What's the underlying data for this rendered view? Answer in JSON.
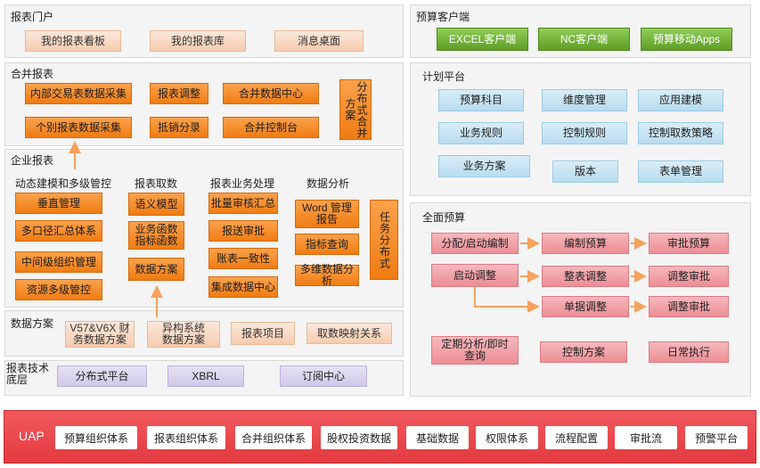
{
  "portal": {
    "title": "报表门户",
    "items": [
      "我的报表看板",
      "我的报表库",
      "消息桌面"
    ]
  },
  "client": {
    "title": "预算客户端",
    "items": [
      "EXCEL客户端",
      "NC客户端",
      "预算移动Apps"
    ]
  },
  "consolidation": {
    "title": "合并报表",
    "items": [
      "内部交易表数据采集",
      "报表调整",
      "合并数据中心",
      "个别报表数据采集",
      "抵销分录",
      "合并控制台"
    ],
    "distributed": "分布式合并方案"
  },
  "planning": {
    "title": "计划平台",
    "items": [
      "预算科目",
      "维度管理",
      "应用建模",
      "业务规则",
      "控制规则",
      "控制取数策略",
      "业务方案",
      "版本",
      "表单管理"
    ]
  },
  "enterprise": {
    "title": "企业报表",
    "col1": {
      "title": "动态建模和多级管控",
      "items": [
        "垂直管理",
        "多口径汇总体系",
        "中间级组织管理",
        "资源多级管控"
      ]
    },
    "col2": {
      "title": "报表取数",
      "items": [
        "语义模型",
        "业务函数 指标函数",
        "数据方案"
      ]
    },
    "col3": {
      "title": "报表业务处理",
      "items": [
        "批量审核汇总",
        "报送审批",
        "账表一致性",
        "集成数据中心"
      ]
    },
    "col4": {
      "title": "数据分析",
      "items": [
        "Word 管理报告",
        "指标查询",
        "多维数据分析"
      ]
    },
    "task": "任务分布式"
  },
  "full_budget": {
    "title": "全面预算",
    "items": [
      "分配/启动编制",
      "编制预算",
      "审批预算",
      "启动调整",
      "整表调整",
      "调整审批",
      "单据调整",
      "调整审批",
      "定期分析/即时查询",
      "控制方案",
      "日常执行"
    ]
  },
  "data_scheme": {
    "title": "数据方案",
    "items": [
      "V57&V6X 财务数据方案",
      "异构系统 数据方案",
      "报表项目",
      "取数映射关系"
    ]
  },
  "tech": {
    "title": "报表技术底层",
    "items": [
      "分布式平台",
      "XBRL",
      "订阅中心"
    ]
  },
  "uap": {
    "label": "UAP",
    "items": [
      "预算组织体系",
      "报表组织体系",
      "合并组织体系",
      "股权投资数据",
      "基础数据",
      "权限体系",
      "流程配置",
      "审批流",
      "预警平台"
    ]
  }
}
